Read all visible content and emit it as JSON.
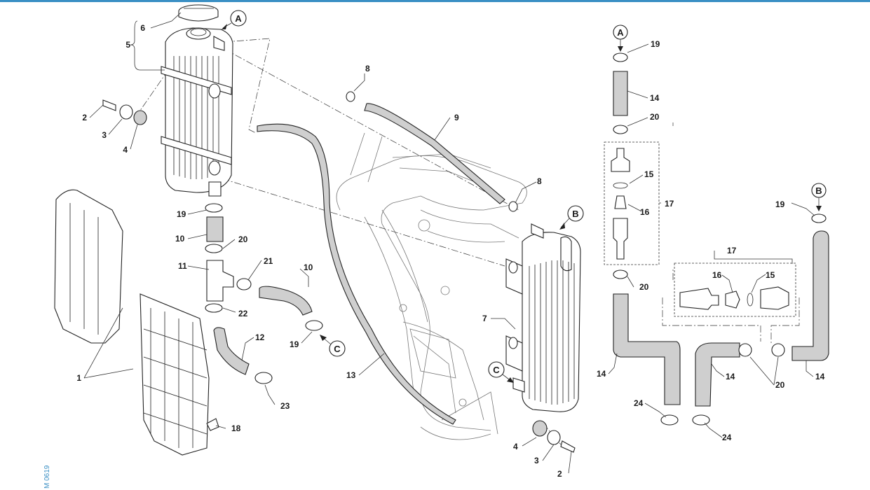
{
  "drawing_ref": "M 0619",
  "callouts": {
    "a_top": "A",
    "a_right": "A",
    "b_rad": "B",
    "b_right": "B",
    "c_hose": "C",
    "c_rad": "C"
  },
  "part_labels": {
    "p1": "1",
    "p2_left": "2",
    "p2_right": "2",
    "p3_left": "3",
    "p3_right": "3",
    "p4_left": "4",
    "p4_right": "4",
    "p5": "5",
    "p6": "6",
    "p7": "7",
    "p8_upper": "8",
    "p8_lower": "8",
    "p9": "9",
    "p10_left": "10",
    "p10_mid": "10",
    "p11": "11",
    "p12": "12",
    "p13": "13",
    "p14_top": "14",
    "p14_mid": "14",
    "p14_left2": "14",
    "p14_right": "14",
    "p15_upper": "15",
    "p15_lower": "15",
    "p16_upper": "16",
    "p16_lower": "16",
    "p17_upper": "17",
    "p17_lower": "17",
    "p18": "18",
    "p19_left": "19",
    "p19_mid": "19",
    "p19_top": "19",
    "p19_right": "19",
    "p20_left": "20",
    "p20_top": "20",
    "p20_mid": "20",
    "p20_bottom": "20",
    "p21": "21",
    "p22": "22",
    "p23": "23",
    "p24_left": "24",
    "p24_right": "24"
  }
}
